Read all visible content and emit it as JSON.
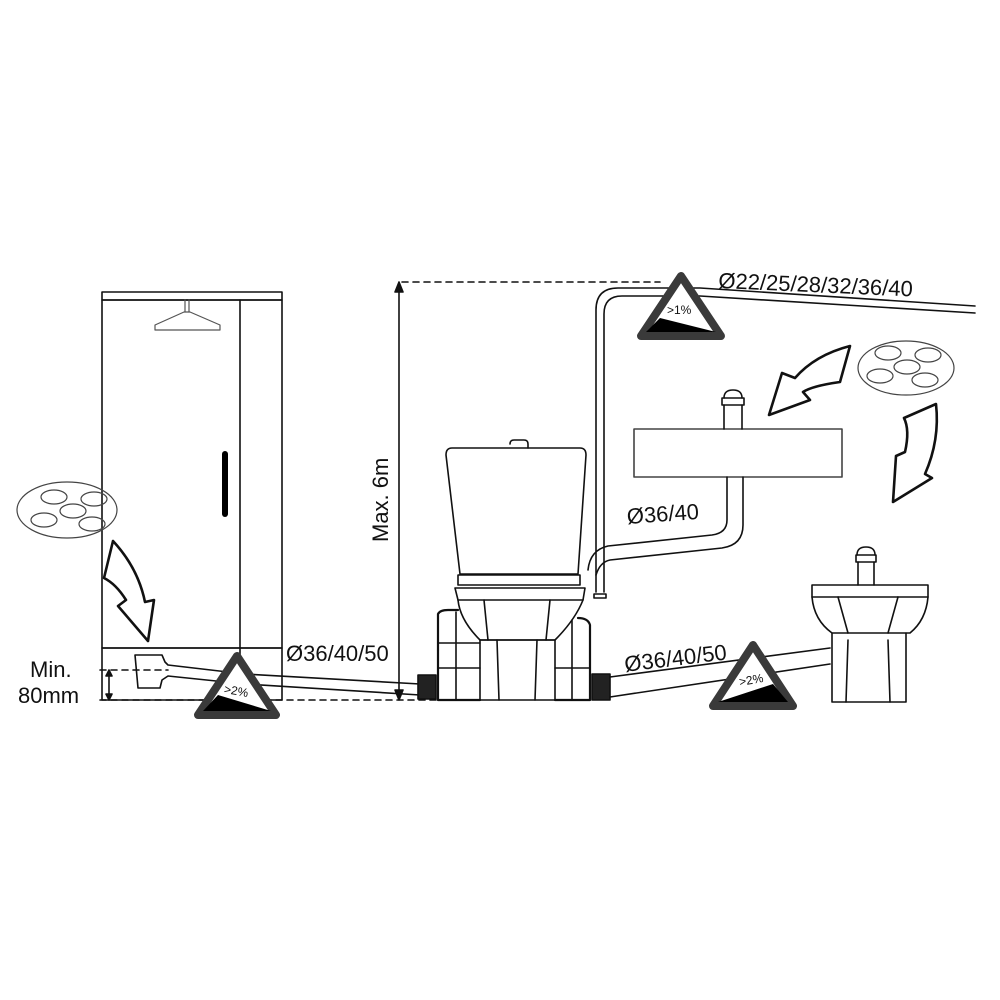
{
  "diagram": {
    "description": "Macerator pump installation diagram: shower, toilet with macerator unit, washbasin and bidet connected with drain pipes",
    "labels": {
      "top_pipe_diameter": "Ø22/25/28/32/36/40",
      "max_height": "Max. 6m",
      "basin_pipe_diameter": "Ø36/40",
      "shower_pipe_diameter": "Ø36/40/50",
      "bidet_pipe_diameter": "Ø36/40/50",
      "min_height_line1": "Min.",
      "min_height_line2": "80mm"
    },
    "slope_signs": [
      {
        "id": "top",
        "text": ">1%"
      },
      {
        "id": "shower",
        "text": ">2%"
      },
      {
        "id": "bidet",
        "text": ">2%"
      }
    ],
    "components": [
      {
        "name": "shower-cabin",
        "icon": "shower-head-icon"
      },
      {
        "name": "toilet-with-macerator",
        "icon": "toilet-icon"
      },
      {
        "name": "washbasin",
        "icon": "sink-icon"
      },
      {
        "name": "bidet",
        "icon": "bidet-icon"
      },
      {
        "name": "drain-grate-left",
        "icon": "drain-grate-icon"
      },
      {
        "name": "drain-grate-right",
        "icon": "drain-grate-icon"
      }
    ],
    "colors": {
      "line": "#111111",
      "sign_border": "#3a3a3a",
      "sign_fill": "#000000",
      "background": "#ffffff"
    }
  }
}
